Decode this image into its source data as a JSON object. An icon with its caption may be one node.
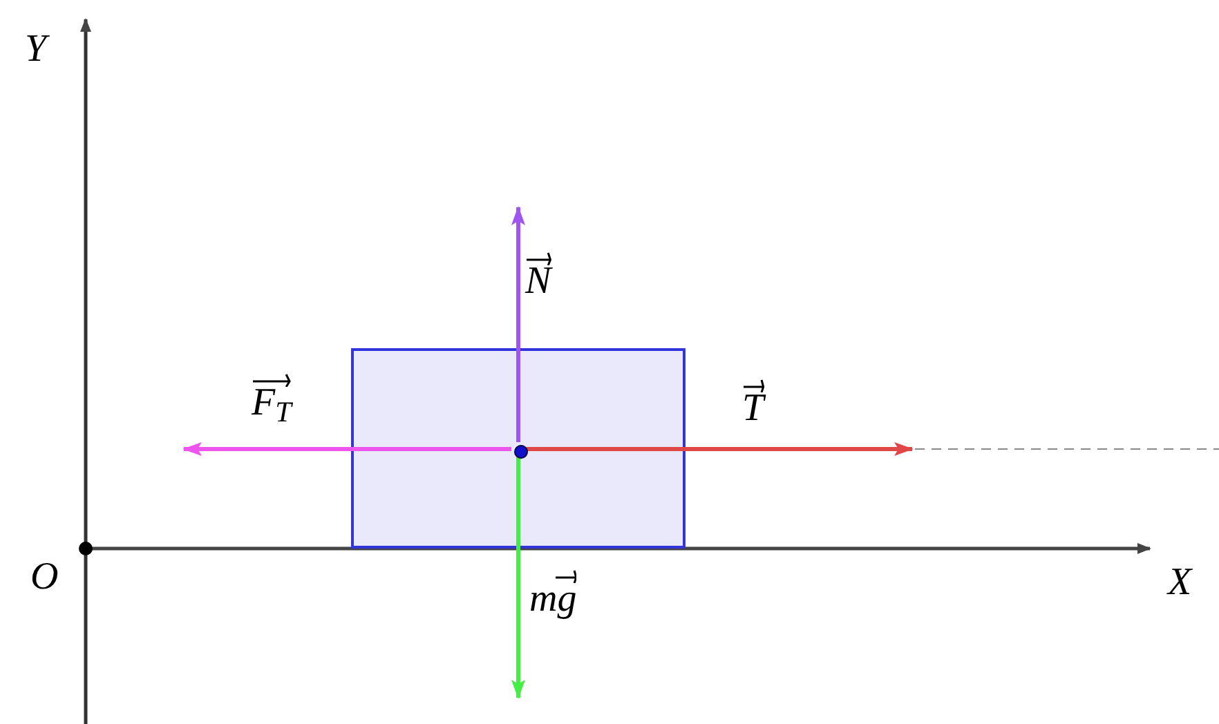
{
  "diagram": {
    "nodes": [
      {
        "text": [],
        "shape": "box"
      },
      {
        "text": [],
        "shape": "circle",
        "in": 0
      }
    ],
    "edges": [
      {
        "from": 1,
        "to": null,
        "arrow": "to",
        "color": "#a055f0"
      },
      {
        "from": 1,
        "to": null,
        "arrow": "to",
        "color": "#ee55ee"
      },
      {
        "from": 1,
        "to": null,
        "arrow": "to",
        "color": "#e04848"
      },
      {
        "from": 1,
        "to": null,
        "arrow": "to",
        "color": "#44ee44"
      }
    ],
    "labels": [
      "Y",
      "N",
      "F$_{T}$",
      "T",
      "O",
      "X",
      "mg"
    ]
  }
}
